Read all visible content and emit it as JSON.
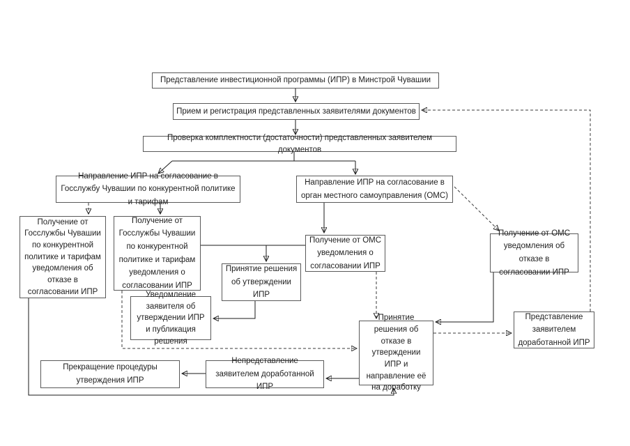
{
  "colors": {
    "background": "#ffffff",
    "box_border": "#595959",
    "line": "#1a1a1a",
    "text": "#1f1f1f"
  },
  "boxes": {
    "submit": "Представление  инвестиционной программы (ИПР)  в Минстрой Чувашии",
    "reception": "Прием и регистрация представленных заявителями документов",
    "check": "Проверка комплектности (достаточности) представленных заявителем документов",
    "gos_send": "Направление ИПР на согласование  в Госслужбу Чувашии по конкурентной политике и тарифам",
    "oms_send": "Направление ИПР  на согласование  в орган местного самоуправления (ОМС)",
    "gos_refuse": "Получение от Госслужбы Чувашии по конкурентной политике и тарифам уведомления об отказе в согласовании ИПР",
    "gos_approve": "Получение от Госслужбы Чувашии по конкурентной политике и тарифам уведомления о согласовании ИПР",
    "decision_approve": "Принятие решения об утверждении ИПР",
    "oms_approve": "Получение от ОМС уведомления о согласовании ИПР",
    "oms_refuse": "Получение от ОМС уведомления об отказе в согласовании ИПР",
    "notify_approve": "Уведомление заявителя об утверждении ИПР  и публикация решения",
    "decision_refuse": "Принятие решения об отказе в утверждении ИПР и направление  её на доработку",
    "resubmit": "Представление заявителем доработанной ИПР",
    "terminate": "Прекращение процедуры утверждения ИПР",
    "no_resubmit": "Непредставление заявителем доработанной ИПР"
  },
  "edges": [
    {
      "from": "submit",
      "to": "reception",
      "style": "solid"
    },
    {
      "from": "reception",
      "to": "check",
      "style": "solid"
    },
    {
      "from": "check",
      "to": "gos_send",
      "style": "solid"
    },
    {
      "from": "check",
      "to": "oms_send",
      "style": "solid"
    },
    {
      "from": "gos_send",
      "to": "gos_refuse",
      "style": "dashed"
    },
    {
      "from": "gos_send",
      "to": "gos_approve",
      "style": "solid"
    },
    {
      "from": "oms_send",
      "to": "oms_approve",
      "style": "solid"
    },
    {
      "from": "oms_send",
      "to": "oms_refuse",
      "style": "dashed"
    },
    {
      "from": "gos_approve",
      "to": "oms_approve",
      "style": "solid"
    },
    {
      "from": "gos_approve",
      "to": "decision_approve",
      "style": "solid"
    },
    {
      "from": "decision_approve",
      "to": "notify_approve",
      "style": "solid"
    },
    {
      "from": "gos_approve",
      "to": "decision_refuse",
      "style": "dashed"
    },
    {
      "from": "oms_approve",
      "to": "decision_refuse",
      "style": "dashed"
    },
    {
      "from": "oms_refuse",
      "to": "decision_refuse",
      "style": "solid"
    },
    {
      "from": "gos_refuse",
      "to": "decision_refuse",
      "style": "solid"
    },
    {
      "from": "decision_refuse",
      "to": "resubmit",
      "style": "dashed"
    },
    {
      "from": "resubmit",
      "to": "reception",
      "style": "dashed"
    },
    {
      "from": "decision_refuse",
      "to": "no_resubmit",
      "style": "solid"
    },
    {
      "from": "no_resubmit",
      "to": "terminate",
      "style": "solid"
    }
  ]
}
